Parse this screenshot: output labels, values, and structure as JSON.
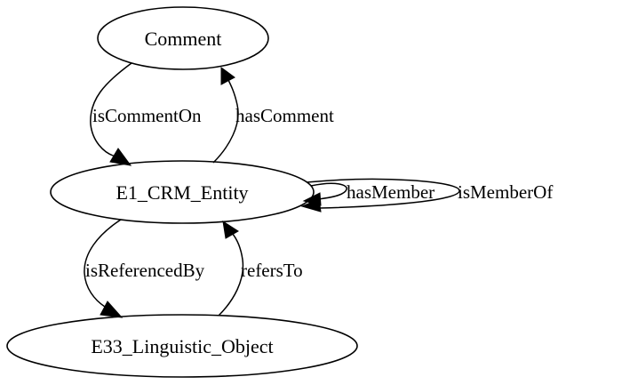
{
  "diagram": {
    "nodes": [
      {
        "id": "comment",
        "label": "Comment"
      },
      {
        "id": "entity",
        "label": "E1_CRM_Entity"
      },
      {
        "id": "linguistic",
        "label": "E33_Linguistic_Object"
      }
    ],
    "edges": [
      {
        "id": "isCommentOn",
        "from": "comment",
        "to": "entity",
        "label": "isCommentOn"
      },
      {
        "id": "hasComment",
        "from": "entity",
        "to": "comment",
        "label": "hasComment"
      },
      {
        "id": "hasMember",
        "from": "entity",
        "to": "entity",
        "label": "hasMember"
      },
      {
        "id": "isMemberOf",
        "from": "entity",
        "to": "entity",
        "label": "isMemberOf"
      },
      {
        "id": "isReferencedBy",
        "from": "entity",
        "to": "linguistic",
        "label": "isReferencedBy"
      },
      {
        "id": "refersTo",
        "from": "linguistic",
        "to": "entity",
        "label": "refersTo"
      }
    ]
  }
}
